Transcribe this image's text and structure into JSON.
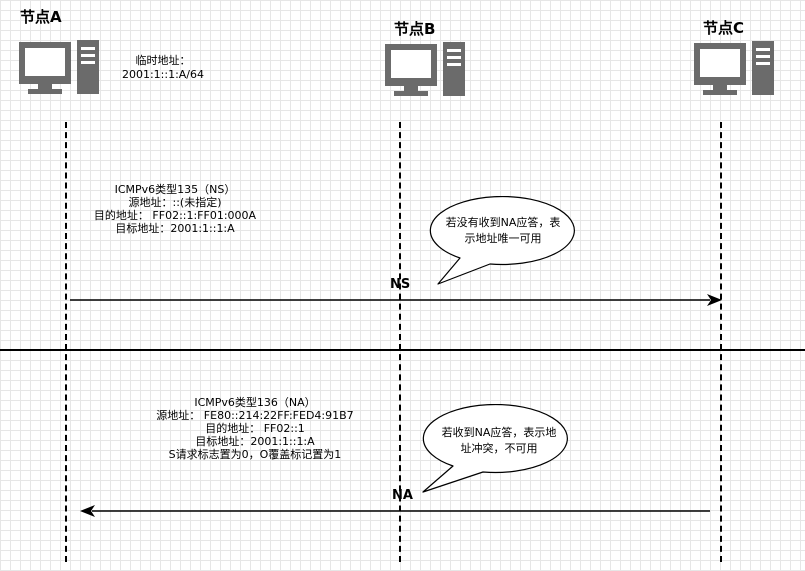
{
  "nodes": {
    "a": {
      "label": "节点A"
    },
    "b": {
      "label": "节点B"
    },
    "c": {
      "label": "节点C"
    }
  },
  "temp_address": {
    "line1": "临时地址：",
    "line2": "2001:1::1:A/64"
  },
  "ns_message": {
    "lines": [
      "ICMPv6类型135（NS）",
      "源地址：::(未指定)",
      "目的地址： FF02::1:FF01:000A",
      "目标地址：2001:1::1:A"
    ],
    "arrow_label": "NS"
  },
  "ns_bubble": {
    "line1": "若没有收到NA应答，表",
    "line2": "示地址唯一可用"
  },
  "na_message": {
    "lines": [
      "ICMPv6类型136（NA）",
      "源地址： FE80::214:22FF:FED4:91B7",
      "目的地址： FF02::1",
      "目标地址：2001:1::1:A",
      "S请求标志置为0，O覆盖标记置为1"
    ],
    "arrow_label": "NA"
  },
  "na_bubble": {
    "line1": "若收到NA应答，表示地",
    "line2": "址冲突，不可用"
  },
  "colors": {
    "line": "#000000",
    "icon_fill": "#6b6b6b",
    "screen": "#ffffff",
    "bubble_fill": "#ffffff",
    "grid": "#e6e6e6"
  },
  "icons": [
    "computer-icon"
  ]
}
